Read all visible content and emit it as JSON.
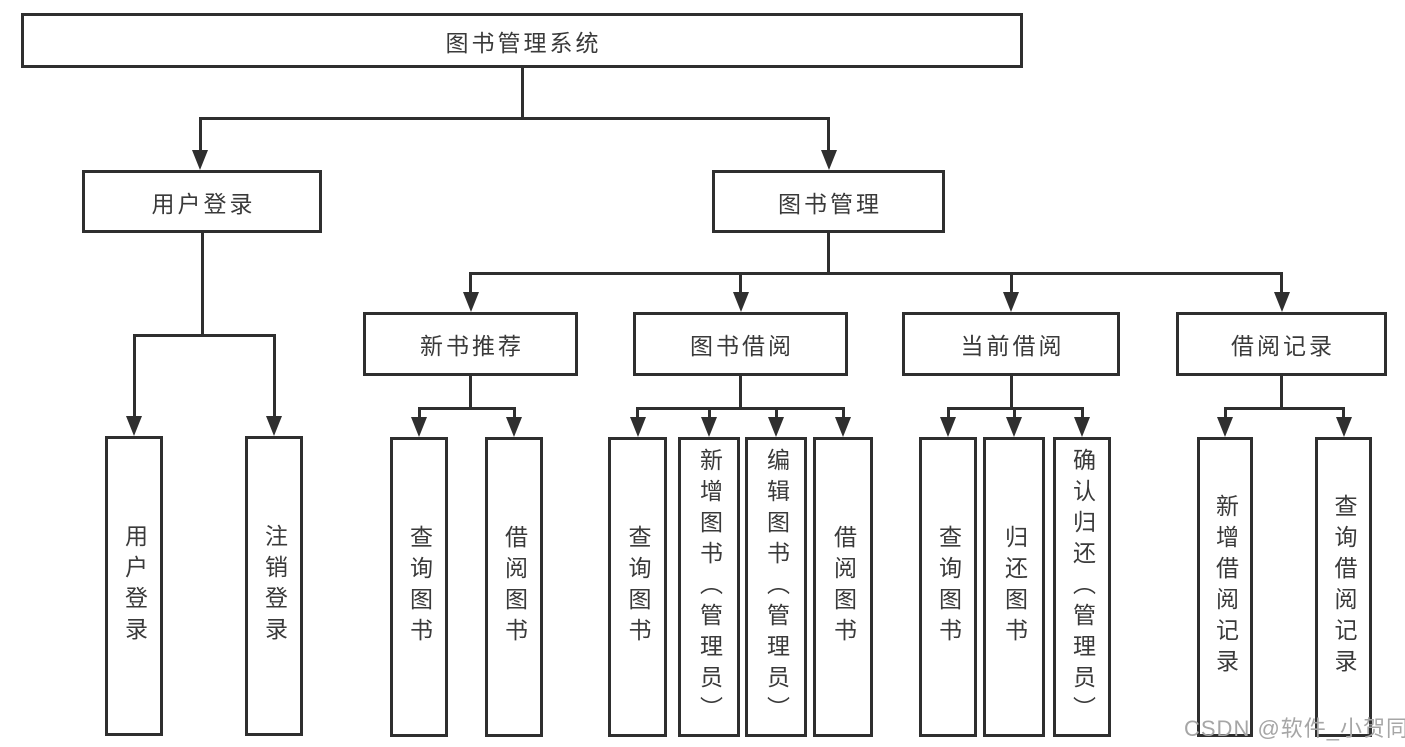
{
  "diagram": {
    "root": "图书管理系统",
    "level2": {
      "user_login": "用户登录",
      "book_management": "图书管理"
    },
    "level3": {
      "new_book_recommend": "新书推荐",
      "book_borrow": "图书借阅",
      "current_borrow": "当前借阅",
      "borrow_records": "借阅记录"
    },
    "leaves": {
      "user_login": "用户登录",
      "logout": "注销登录",
      "rec_query_book": "查询图书",
      "rec_borrow_book": "借阅图书",
      "bor_query_book": "查询图书",
      "bor_add_book_admin": "新增图书（管理员）",
      "bor_edit_book_admin": "编辑图书（管理员）",
      "bor_borrow_book": "借阅图书",
      "cur_query_book": "查询图书",
      "cur_return_book": "归还图书",
      "cur_confirm_return_admin": "确认归还（管理员）",
      "log_add_borrow_record": "新增借阅记录",
      "log_query_borrow_record": "查询借阅记录"
    }
  },
  "watermark": "CSDN @软件_小贺同学",
  "colors": {
    "line": "#2f2f2f",
    "text": "#3a3a3a",
    "watermark": "#a6a6a6",
    "background": "#ffffff"
  }
}
